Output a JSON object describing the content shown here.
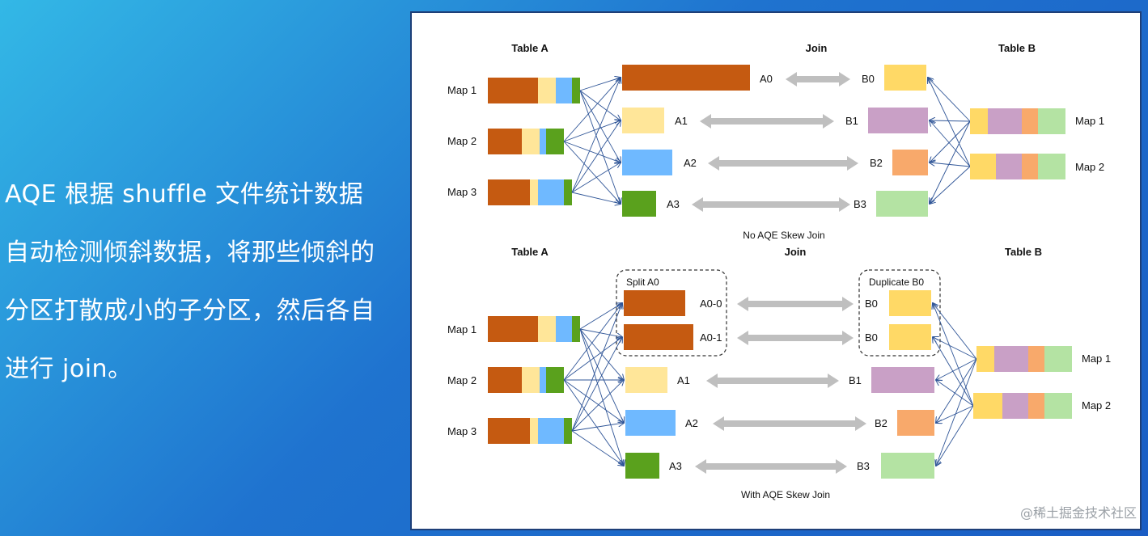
{
  "caption": "AQE 根据 shuffle 文件统计数据自动检测倾斜数据，将那些倾斜的分区打散成小的子分区，然后各自进行 join。",
  "site_watermark": "@稀土掘金技术社区",
  "colors": {
    "a0": "#c55a11",
    "a1": "#ffe699",
    "a2": "#6fb9ff",
    "a3": "#5aa11d",
    "b0": "#ffd966",
    "b1": "#c9a0c6",
    "b2": "#f8a96b",
    "b3": "#b4e3a3",
    "arrow": "#bfbfbf",
    "edge": "#2f5597"
  },
  "top": {
    "table_a_label": "Table A",
    "join_label": "Join",
    "table_b_label": "Table B",
    "maps_a": [
      "Map 1",
      "Map 2",
      "Map 3"
    ],
    "partitions_a": [
      "A0",
      "A1",
      "A2",
      "A3"
    ],
    "partitions_b": [
      "B0",
      "B1",
      "B2",
      "B3"
    ],
    "maps_b": [
      "Map 1",
      "Map 2"
    ],
    "footer": "No AQE Skew Join"
  },
  "bottom": {
    "table_a_label": "Table A",
    "join_label": "Join",
    "table_b_label": "Table B",
    "split_label": "Split A0",
    "duplicate_label": "Duplicate B0",
    "maps_a": [
      "Map 1",
      "Map 2",
      "Map 3"
    ],
    "sub_a": [
      "A0-0",
      "A0-1"
    ],
    "dup_b": [
      "B0",
      "B0"
    ],
    "partitions_a": [
      "A1",
      "A2",
      "A3"
    ],
    "partitions_b": [
      "B1",
      "B2",
      "B3"
    ],
    "maps_b": [
      "Map 1",
      "Map 2"
    ],
    "footer": "With AQE Skew Join"
  }
}
